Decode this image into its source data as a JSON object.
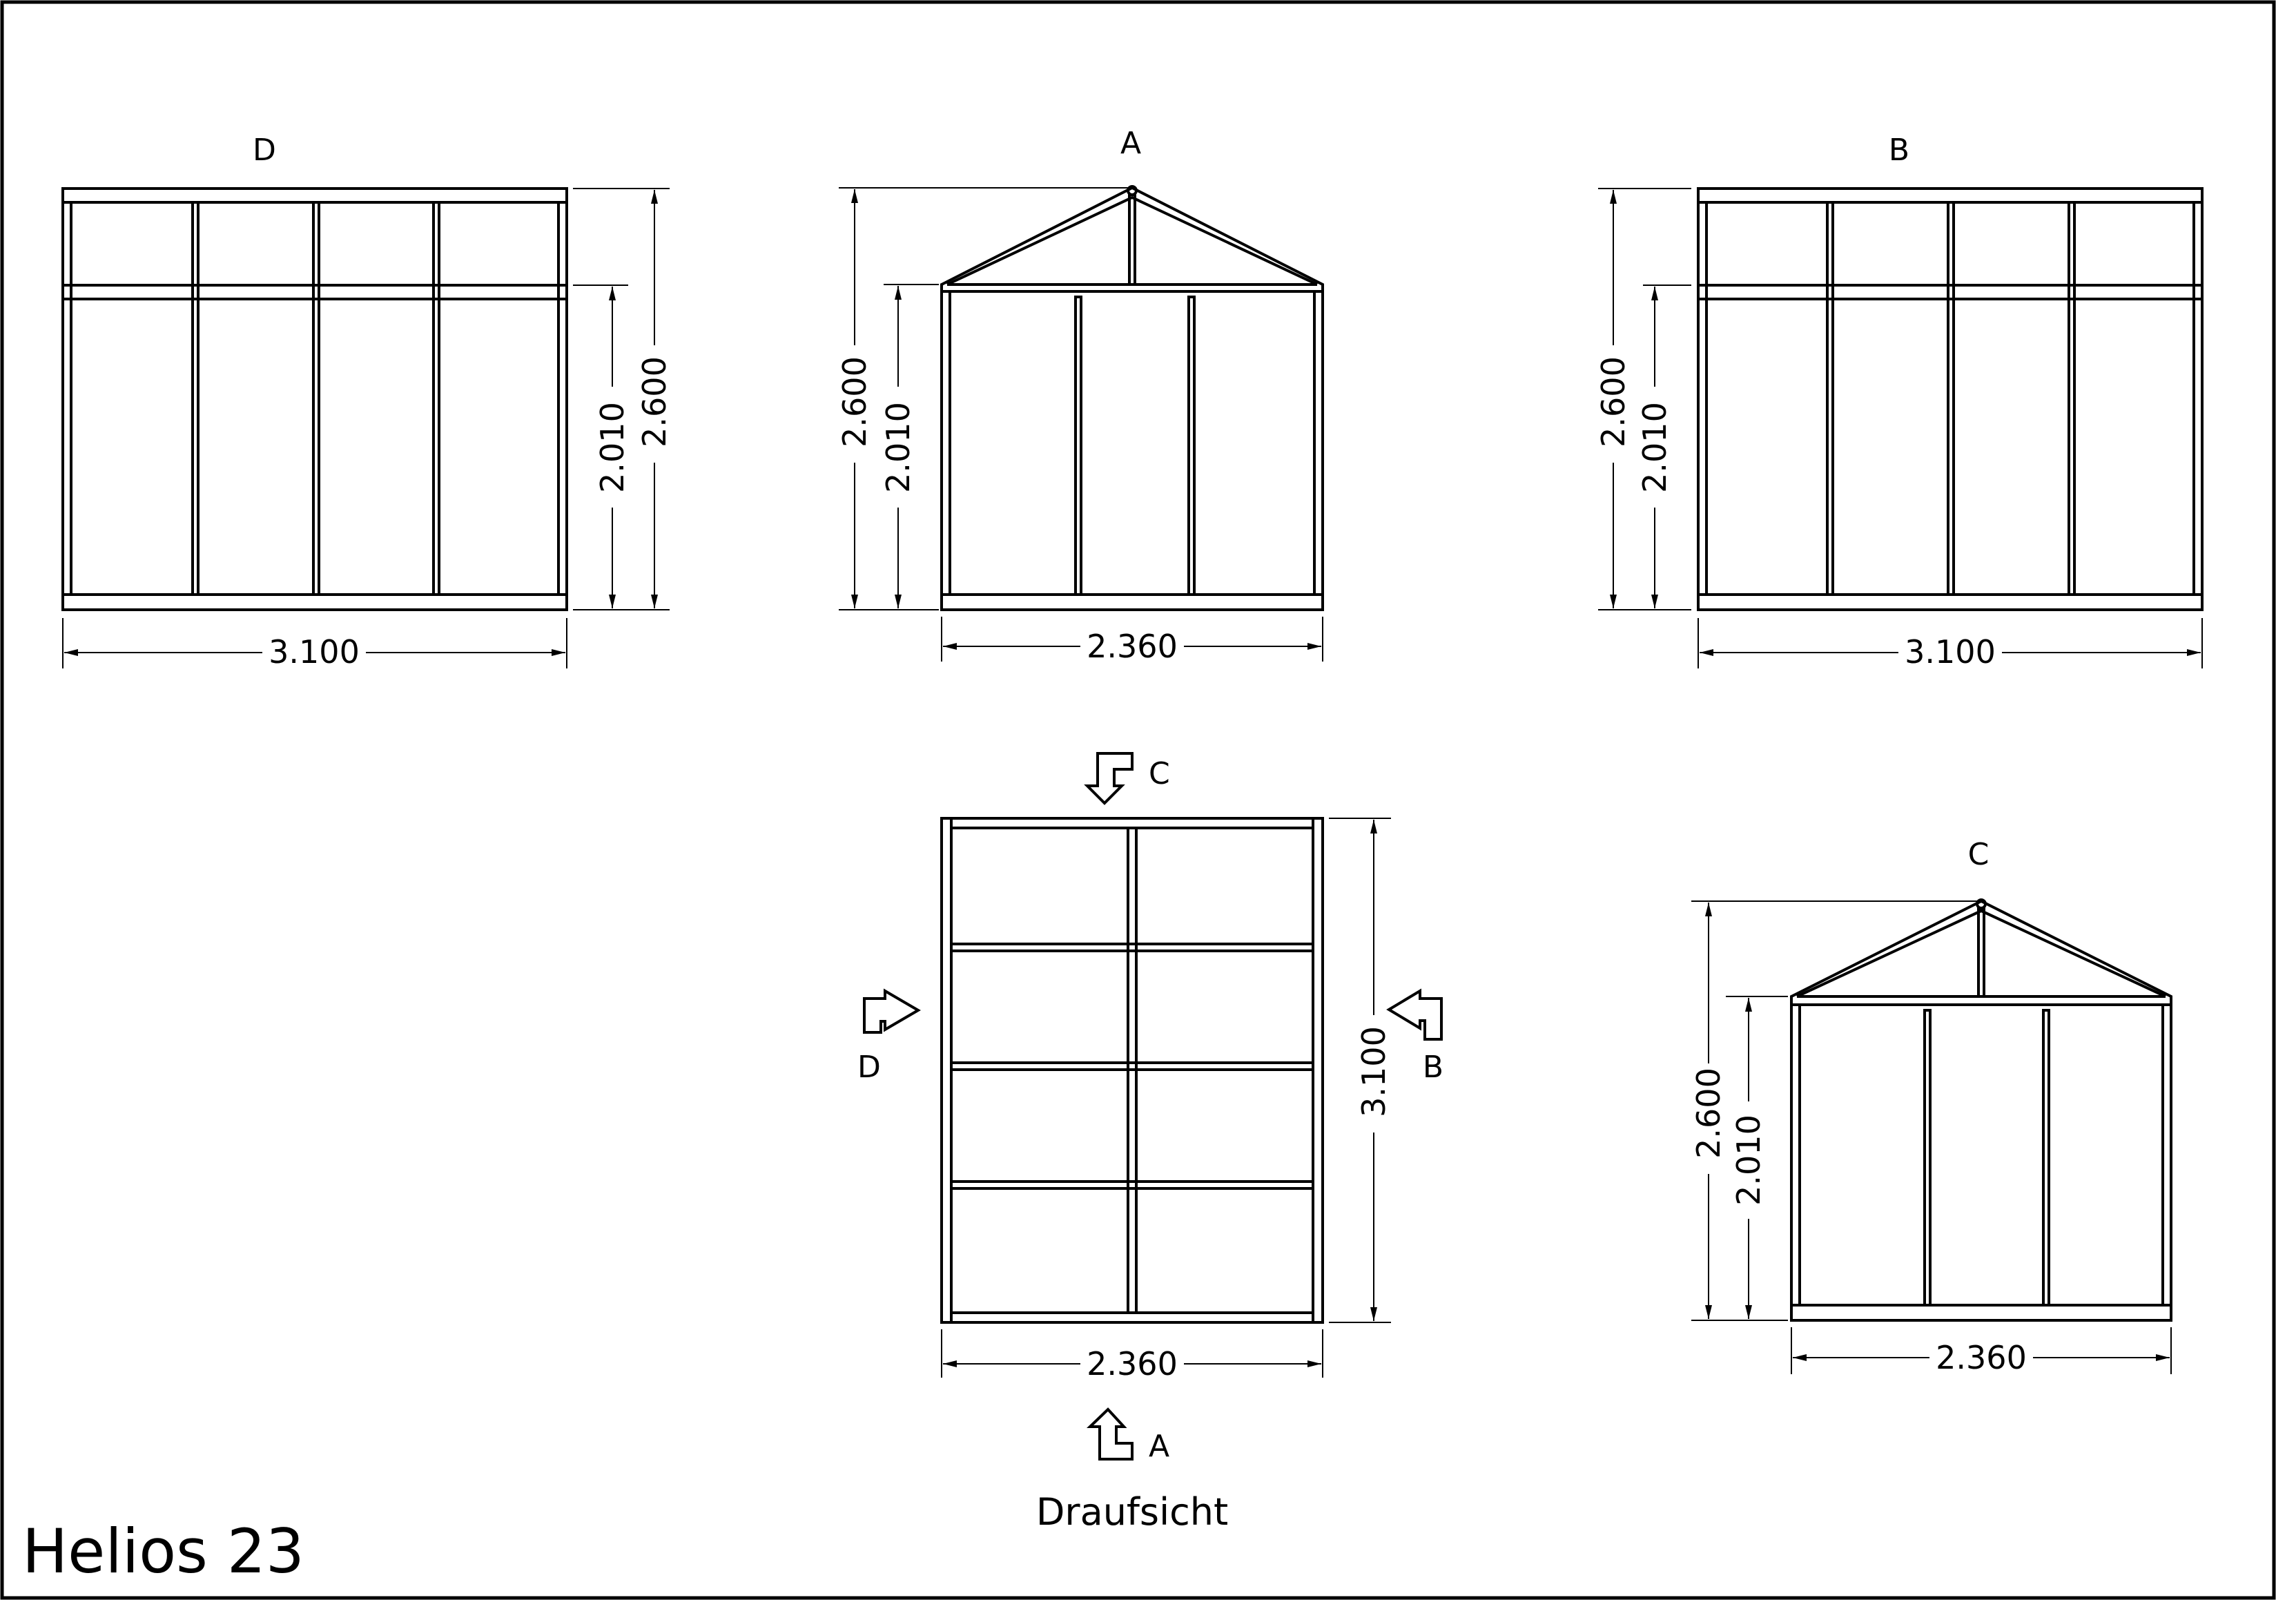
{
  "title": "Helios 23",
  "views": {
    "front_left": {
      "label": "D",
      "width_dim": "3.100",
      "wall_height_dim": "2.010",
      "total_height_dim": "2.600"
    },
    "front_center": {
      "label": "A",
      "width_dim": "2.360",
      "wall_height_dim": "2.010",
      "total_height_dim": "2.600"
    },
    "front_right": {
      "label": "B",
      "width_dim": "3.100",
      "wall_height_dim": "2.010",
      "total_height_dim": "2.600"
    },
    "plan": {
      "caption": "Draufsicht",
      "width_dim": "2.360",
      "length_dim": "3.100",
      "arrow_top": "C",
      "arrow_bottom": "A",
      "arrow_left": "D",
      "arrow_right": "B"
    },
    "rear": {
      "label": "C",
      "width_dim": "2.360",
      "wall_height_dim": "2.010",
      "total_height_dim": "2.600"
    }
  }
}
